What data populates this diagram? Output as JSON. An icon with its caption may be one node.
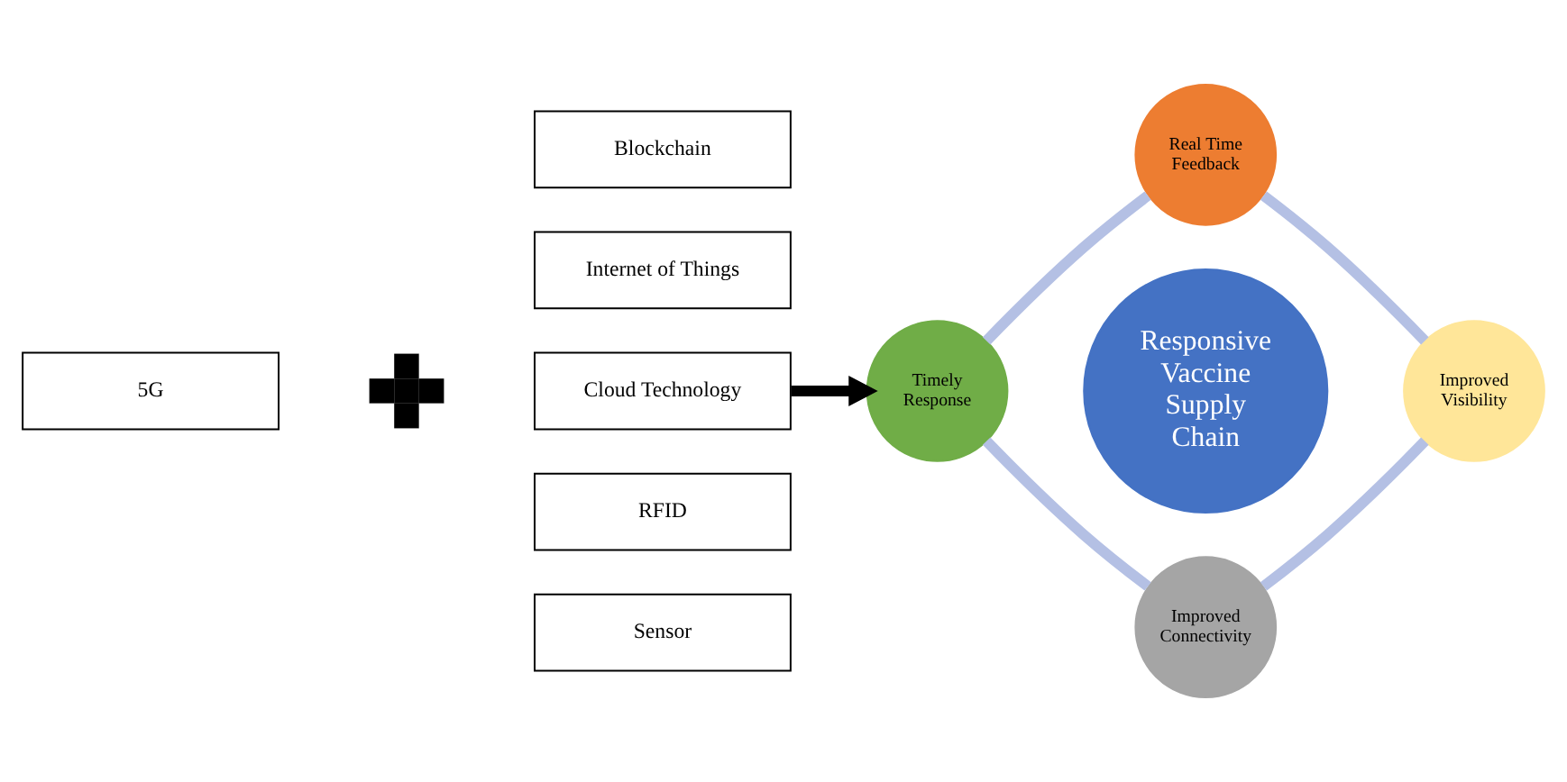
{
  "diagram": {
    "nodes": [
      {
        "text": [
          "5G"
        ]
      },
      {
        "text": [
          "Blockchain"
        ]
      },
      {
        "text": [
          "Internet of Things"
        ]
      },
      {
        "text": [
          "Cloud Technology"
        ]
      },
      {
        "text": [
          "RFID"
        ]
      },
      {
        "text": [
          "Sensor"
        ]
      },
      {
        "text": [
          "Real Time Feedback"
        ]
      },
      {
        "text": [
          "Timely Response"
        ]
      },
      {
        "text": [
          "Responsive Vaccine Supply Chain"
        ]
      },
      {
        "text": [
          "Improved Visibility"
        ]
      },
      {
        "text": [
          "Improved Connectivity"
        ]
      }
    ],
    "edges": [
      {
        "from": 3,
        "to": 7,
        "arrow": "to",
        "color": "#000000"
      },
      {
        "from": 7,
        "to": 6,
        "arrow": "none"
      },
      {
        "from": 6,
        "to": 9,
        "arrow": "none"
      },
      {
        "from": 10,
        "to": 9,
        "arrow": "none"
      },
      {
        "from": 7,
        "to": 10,
        "arrow": "none"
      }
    ]
  }
}
